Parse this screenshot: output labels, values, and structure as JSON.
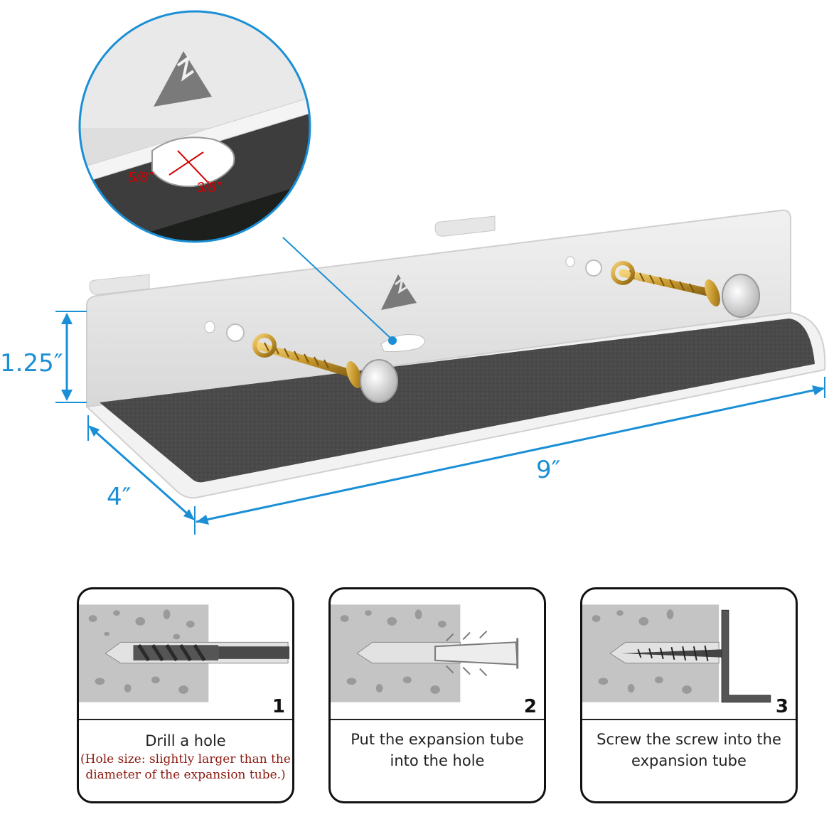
{
  "dimensions": {
    "height_label": "1.25″",
    "depth_label": "4″",
    "width_label": "9″",
    "slot_width_label": "5/8″",
    "slot_height_label": "3/8″"
  },
  "steps": [
    {
      "number": "1",
      "title": "Drill a hole",
      "note": "(Hole size: slightly larger than the diameter of the expansion tube.)"
    },
    {
      "number": "2",
      "title": "Put the expansion tube into the hole"
    },
    {
      "number": "3",
      "title": "Screw the screw into the expansion tube"
    }
  ],
  "colors": {
    "dimension_line": "#1a8fd6",
    "zoom_callout_border": "#1a8fd6",
    "felt_pad": "#4a4a4a",
    "screw_brass": "#c99a2e",
    "note_text": "#8b1a10",
    "slot_measure": "#d40000"
  },
  "icons": [
    "mountain-logo-icon",
    "wall-anchor-icon",
    "drill-bit-icon",
    "screw-icon"
  ]
}
